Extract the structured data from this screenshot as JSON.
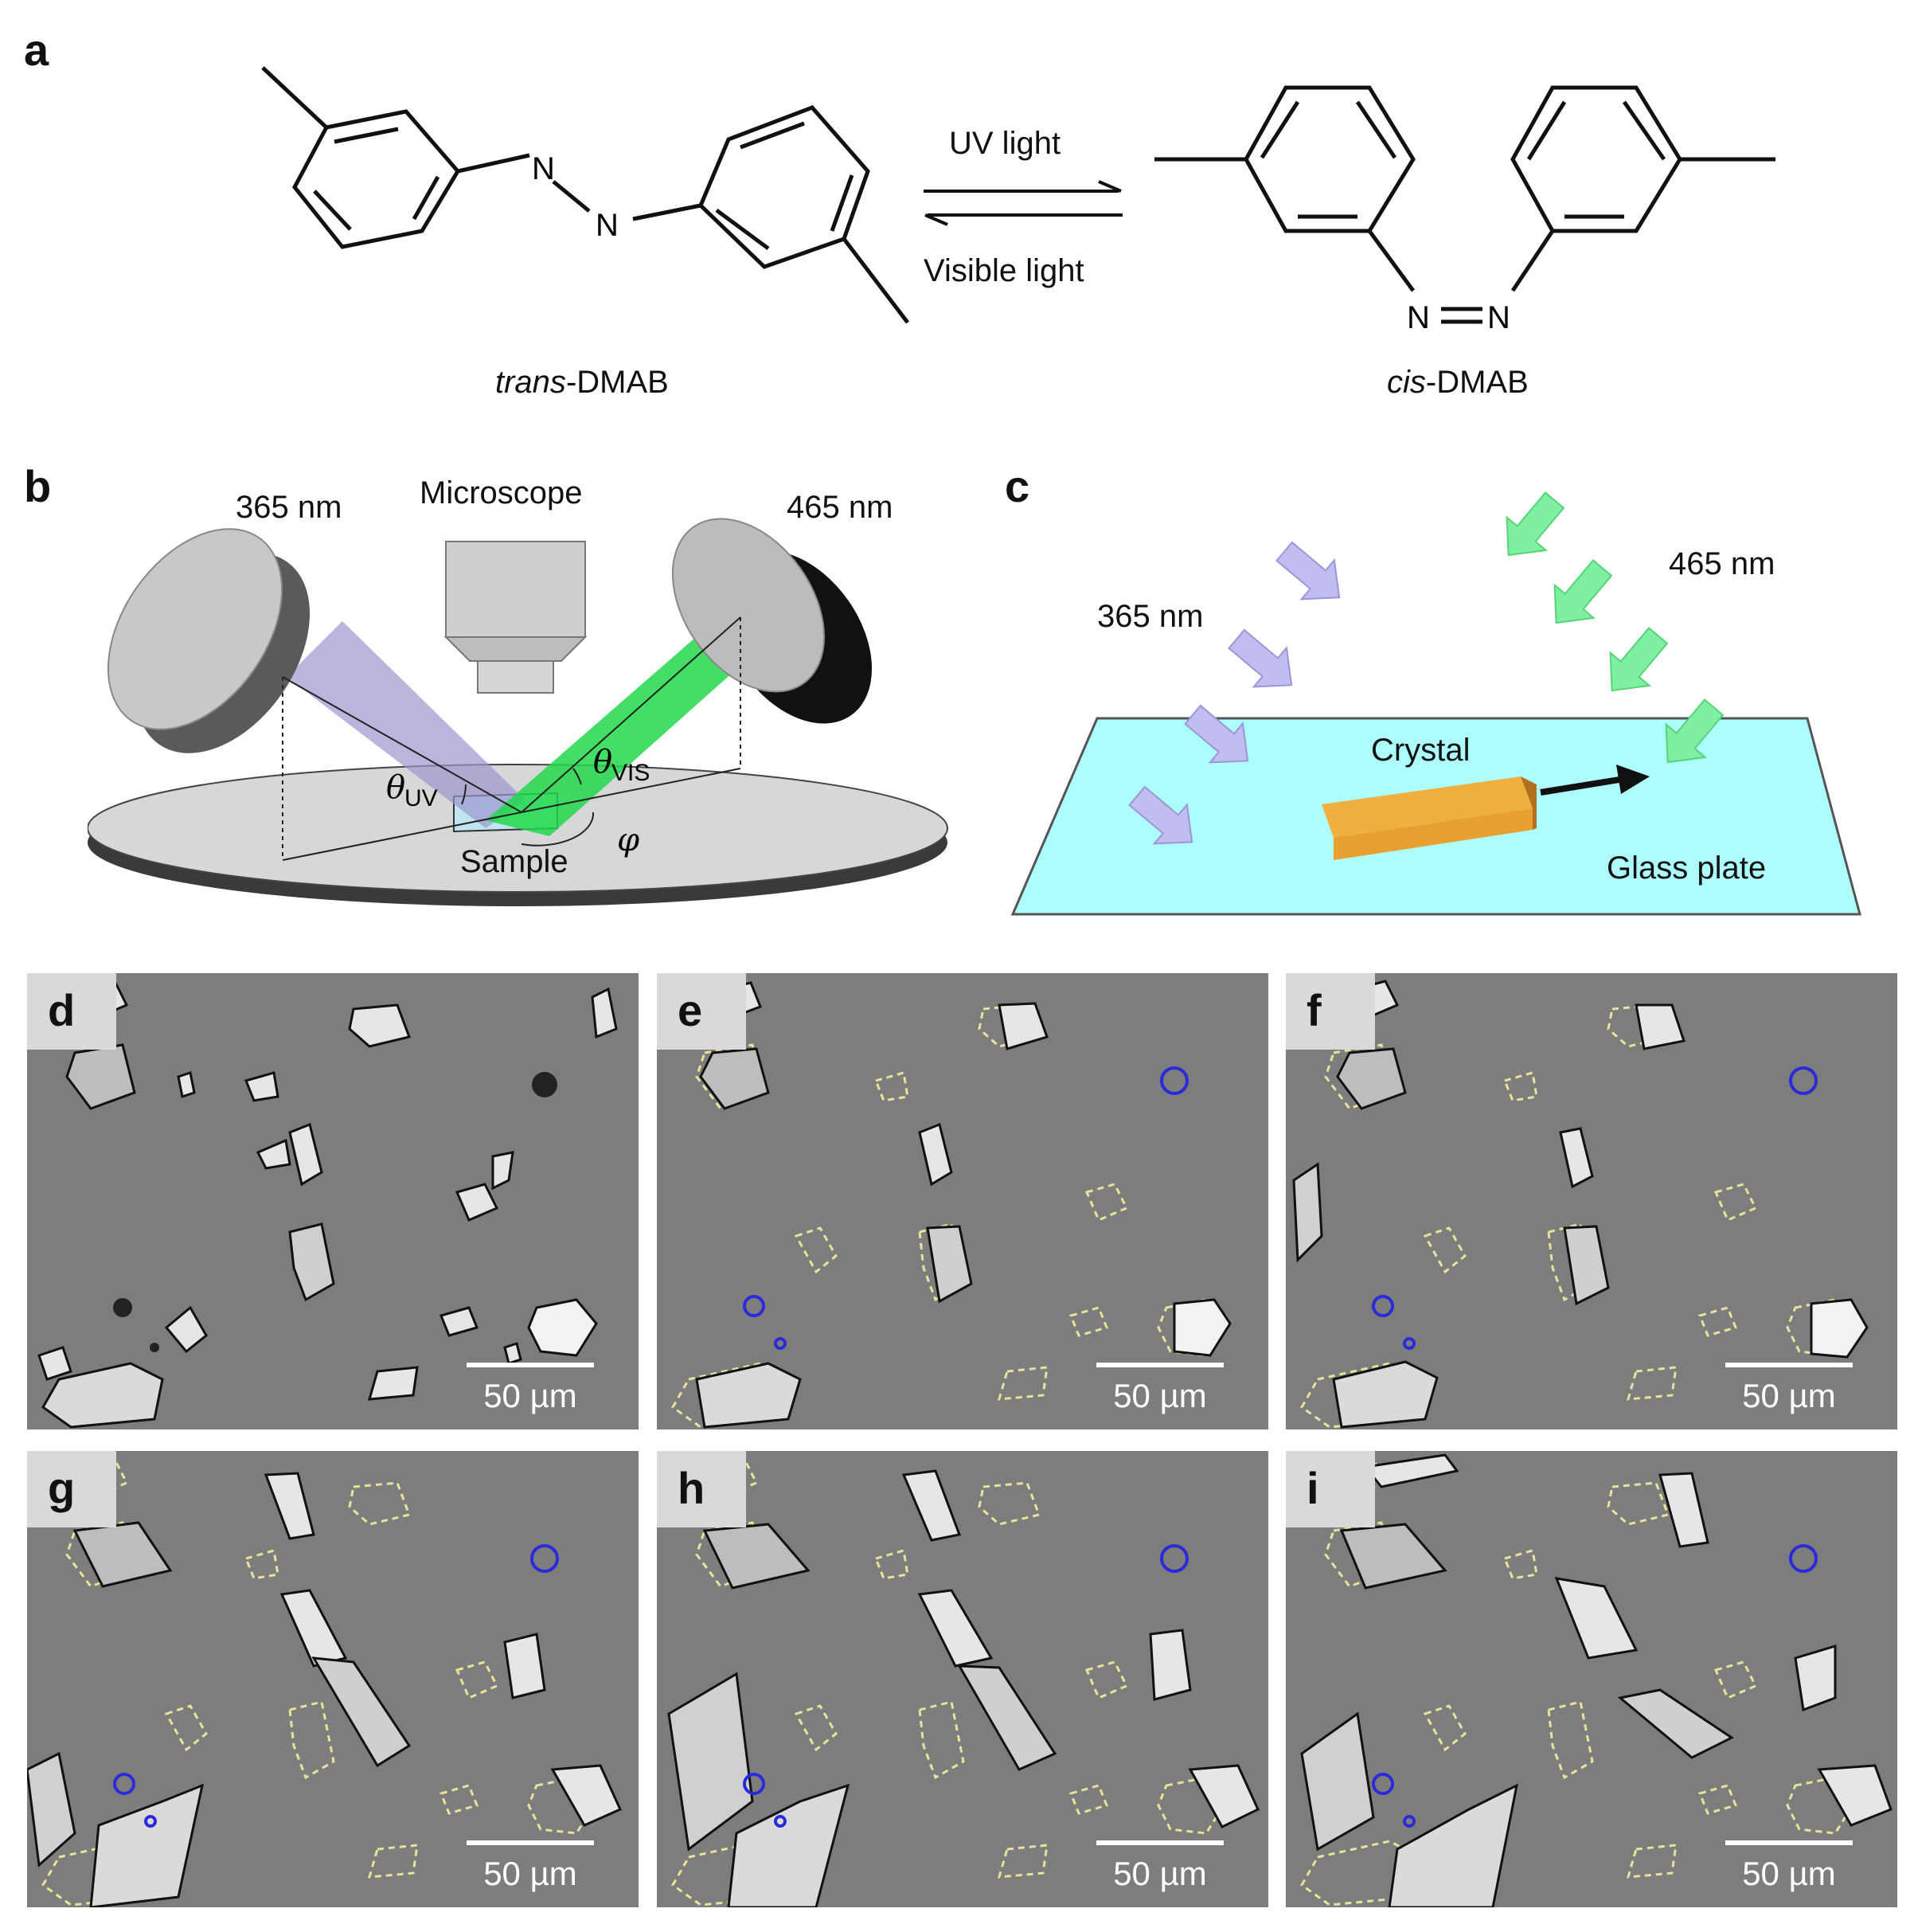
{
  "panel_labels": {
    "a": "a",
    "b": "b",
    "c": "c",
    "d": "d",
    "e": "e",
    "f": "f",
    "g": "g",
    "h": "h",
    "i": "i"
  },
  "scheme": {
    "arrow_top": "UV light",
    "arrow_bottom": "Visible light",
    "trans_prefix": "trans",
    "trans_suffix": "-DMAB",
    "cis_prefix": "cis",
    "cis_suffix": "-DMAB",
    "atom_n": "N"
  },
  "setup_b": {
    "uv_wavelength": "365 nm",
    "microscope": "Microscope",
    "vis_wavelength": "465 nm",
    "theta": "θ",
    "theta_uv_sub": "UV",
    "theta_vis_sub": "VIS",
    "phi": "φ",
    "sample": "Sample"
  },
  "setup_c": {
    "uv_wavelength": "365 nm",
    "vis_wavelength": "465 nm",
    "crystal": "Crystal",
    "glass_plate": "Glass plate"
  },
  "micrographs": {
    "scale_bar": "50 µm",
    "colors": {
      "background": "#7d7d7d",
      "outline_dashed": "#e8e29a",
      "marker": "#2a2ad8"
    }
  }
}
